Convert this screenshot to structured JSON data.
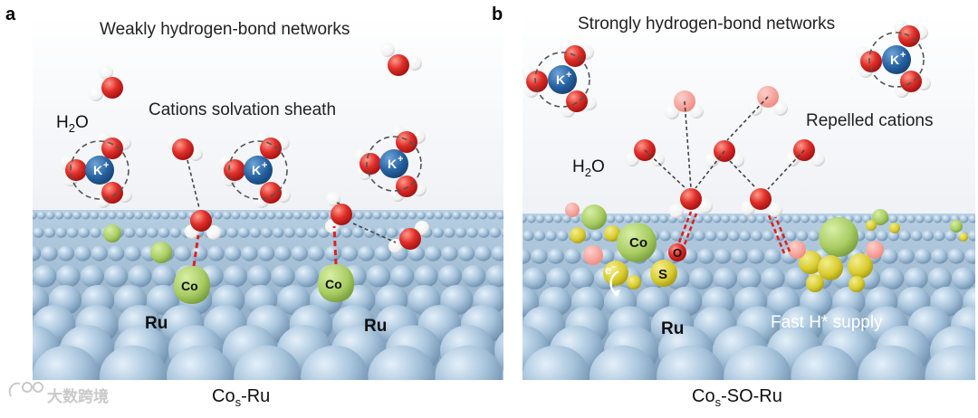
{
  "panel_a": {
    "letter": "a",
    "heading": "Weakly hydrogen-bond networks",
    "sheath_label": "Cations solvation sheath",
    "water_label": {
      "main": "H",
      "sub": "2",
      "end": "O"
    },
    "cation": "K",
    "cation_charge": "+",
    "metal_label": "Ru",
    "dopant_label": "Co",
    "caption": {
      "main": "Co",
      "sub": "s",
      "end": "-Ru"
    }
  },
  "panel_b": {
    "letter": "b",
    "heading": "Strongly hydrogen-bond networks",
    "repelled_label": "Repelled cations",
    "water_label": {
      "main": "H",
      "sub": "2",
      "end": "O"
    },
    "cation": "K",
    "cation_charge": "+",
    "metal_label": "Ru",
    "dopant_label": "Co",
    "sulfur_label": "S",
    "oxygen_label": "O",
    "electron_label": "e",
    "supply_label": "Fast H* supply",
    "caption": {
      "main": "Co",
      "sub": "s",
      "end": "-SO-Ru"
    }
  },
  "watermark": "大数跨境",
  "colors": {
    "ru_atom": "#9fc0da",
    "co_atom": "#a8cc62",
    "s_atom": "#d8cc2e",
    "o_atom": "#e0302a",
    "h_atom": "#ffffff",
    "k_ion": "#245f9e",
    "bond_red": "#e02020"
  }
}
